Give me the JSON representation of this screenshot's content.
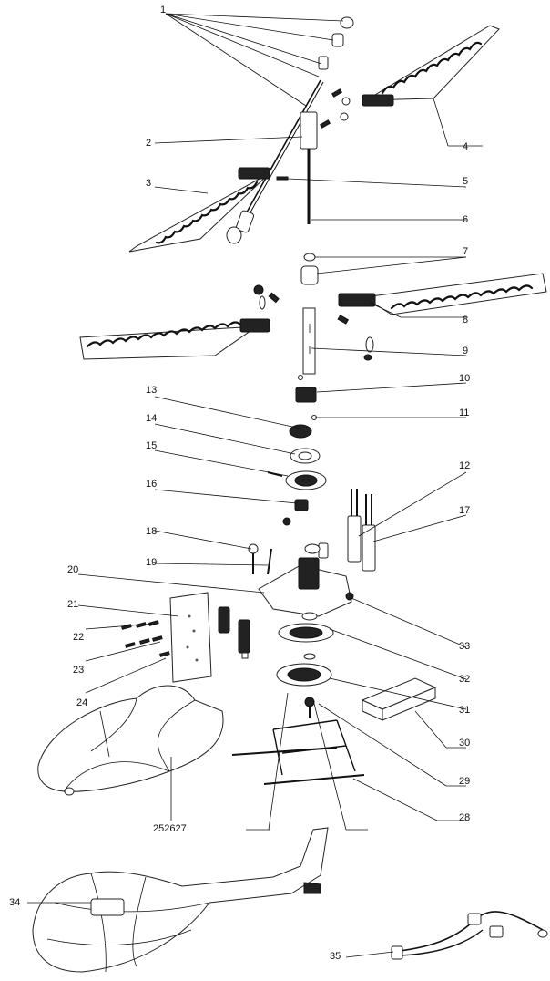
{
  "callouts": [
    {
      "id": "c1",
      "text": "1"
    },
    {
      "id": "c2",
      "text": "2"
    },
    {
      "id": "c3",
      "text": "3"
    },
    {
      "id": "c4",
      "text": "4"
    },
    {
      "id": "c5",
      "text": "5"
    },
    {
      "id": "c6",
      "text": "6"
    },
    {
      "id": "c7",
      "text": "7"
    },
    {
      "id": "c8",
      "text": "8"
    },
    {
      "id": "c9",
      "text": "9"
    },
    {
      "id": "c10",
      "text": "10"
    },
    {
      "id": "c11",
      "text": "11"
    },
    {
      "id": "c12",
      "text": "12"
    },
    {
      "id": "c13",
      "text": "13"
    },
    {
      "id": "c14",
      "text": "14"
    },
    {
      "id": "c15",
      "text": "15"
    },
    {
      "id": "c16",
      "text": "16"
    },
    {
      "id": "c17",
      "text": "17"
    },
    {
      "id": "c18",
      "text": "18"
    },
    {
      "id": "c19",
      "text": "19"
    },
    {
      "id": "c20",
      "text": "20"
    },
    {
      "id": "c21",
      "text": "21"
    },
    {
      "id": "c22",
      "text": "22"
    },
    {
      "id": "c23",
      "text": "23"
    },
    {
      "id": "c24",
      "text": "24"
    },
    {
      "id": "c252627",
      "text": "252627"
    },
    {
      "id": "c28",
      "text": "28"
    },
    {
      "id": "c29",
      "text": "29"
    },
    {
      "id": "c30",
      "text": "30"
    },
    {
      "id": "c31",
      "text": "31"
    },
    {
      "id": "c32",
      "text": "32"
    },
    {
      "id": "c33",
      "text": "33"
    },
    {
      "id": "c34",
      "text": "34"
    },
    {
      "id": "c35",
      "text": "35"
    }
  ]
}
